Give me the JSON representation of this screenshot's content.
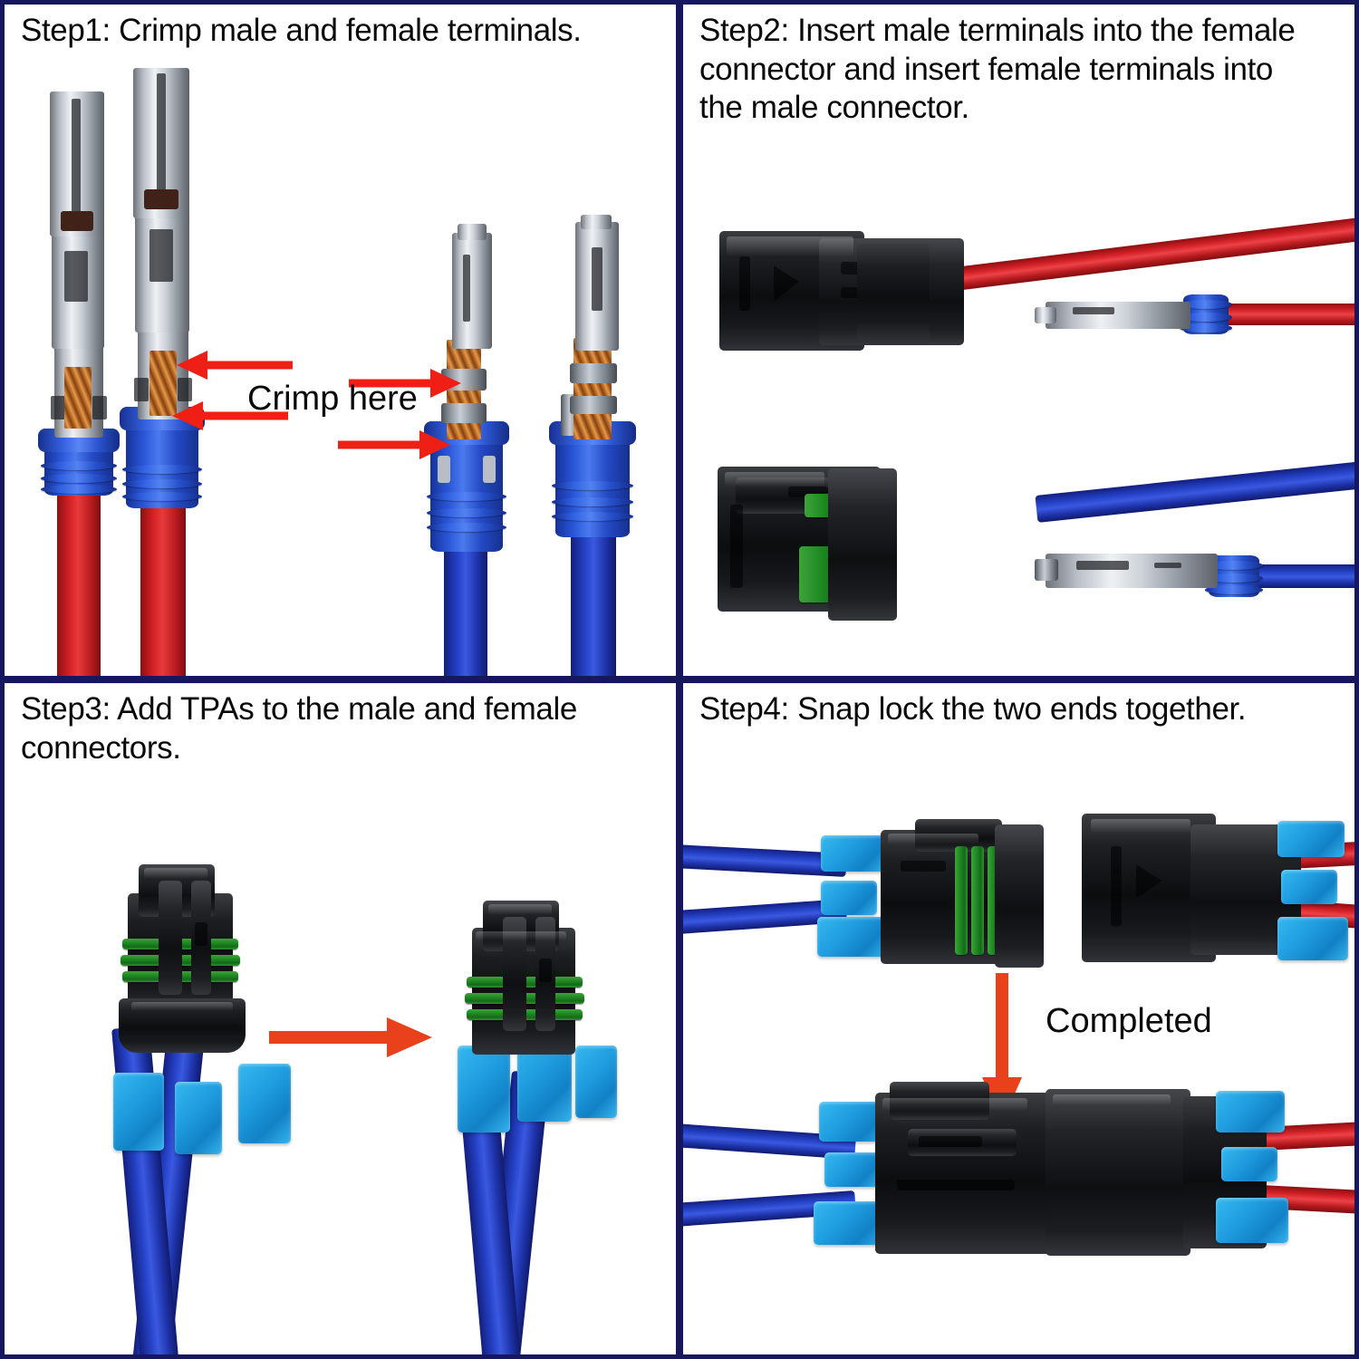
{
  "document": {
    "kind": "connector-assembly-instruction-sheet",
    "panel_border_color": "#17175e",
    "background_color": "#ffffff"
  },
  "panels": [
    {
      "id": "step1",
      "position": "top-left",
      "caption": "Step1: Crimp male and female terminals.",
      "annotations": [
        {
          "name": "crimp-here-label",
          "text": "Crimp here"
        }
      ],
      "arrows": [
        {
          "name": "crimp-arrow-1",
          "direction": "left",
          "color": "#f01f15"
        },
        {
          "name": "crimp-arrow-2",
          "direction": "left",
          "color": "#f01f15"
        },
        {
          "name": "crimp-arrow-3",
          "direction": "right",
          "color": "#f01f15"
        },
        {
          "name": "crimp-arrow-4",
          "direction": "right",
          "color": "#f01f15"
        }
      ],
      "parts": [
        {
          "name": "male-terminal-red-wire-1",
          "wire_color": "#c8201f",
          "seal_color": "#2345c0",
          "metal_color": "#cfd4db"
        },
        {
          "name": "male-terminal-red-wire-2",
          "wire_color": "#c8201f",
          "seal_color": "#2345c0",
          "metal_color": "#cfd4db"
        },
        {
          "name": "female-terminal-blue-wire-1",
          "wire_color": "#2138b4",
          "seal_color": "#2345c0",
          "metal_color": "#cfd4db"
        },
        {
          "name": "female-terminal-blue-wire-2",
          "wire_color": "#2138b4",
          "seal_color": "#2345c0",
          "metal_color": "#cfd4db"
        }
      ]
    },
    {
      "id": "step2",
      "position": "top-right",
      "caption": "Step2: Insert male terminals into the female\nconnector and insert female terminals into\nthe male connector.",
      "annotations": [],
      "arrows": [],
      "parts": [
        {
          "name": "male-connector-housing",
          "housing_color": "#131416",
          "wire_color": "#c8201f"
        },
        {
          "name": "loose-male-terminal",
          "metal_color": "#cfd4db",
          "seal_color": "#2345c0"
        },
        {
          "name": "female-connector-housing",
          "housing_color": "#131416",
          "seal_color": "#1f8a22",
          "wire_color": "#2138b4"
        },
        {
          "name": "loose-female-terminal",
          "metal_color": "#cfd4db",
          "seal_color": "#2345c0"
        }
      ]
    },
    {
      "id": "step3",
      "position": "bottom-left",
      "caption": "Step3: Add TPAs to the male and female\nconnectors.",
      "annotations": [],
      "arrows": [
        {
          "name": "tpa-install-arrow",
          "direction": "right",
          "color": "#e8411b"
        }
      ],
      "parts": [
        {
          "name": "connector-with-tpa-unseated",
          "housing_color": "#131416",
          "seal_color": "#1f8a22",
          "tpa_color": "#22a0e2",
          "wire_color": "#2138b4"
        },
        {
          "name": "connector-with-tpa-seated",
          "housing_color": "#131416",
          "seal_color": "#1f8a22",
          "tpa_color": "#22a0e2",
          "wire_color": "#2138b4"
        }
      ]
    },
    {
      "id": "step4",
      "position": "bottom-right",
      "caption": "Step4: Snap lock the two ends together.",
      "annotations": [
        {
          "name": "completed-label",
          "text": "Completed"
        }
      ],
      "arrows": [
        {
          "name": "completed-arrow",
          "direction": "down",
          "color": "#e8411b"
        }
      ],
      "parts": [
        {
          "name": "female-half-blue-wires",
          "housing_color": "#131416",
          "seal_color": "#1f8a22",
          "tpa_color": "#22a0e2",
          "wire_color": "#2138b4"
        },
        {
          "name": "male-half-red-wires",
          "housing_color": "#131416",
          "tpa_color": "#22a0e2",
          "wire_color": "#c8201f"
        },
        {
          "name": "assembled-connector",
          "housing_color": "#131416",
          "tpa_color": "#22a0e2",
          "wire_color_left": "#2138b4",
          "wire_color_right": "#c8201f"
        }
      ]
    }
  ]
}
